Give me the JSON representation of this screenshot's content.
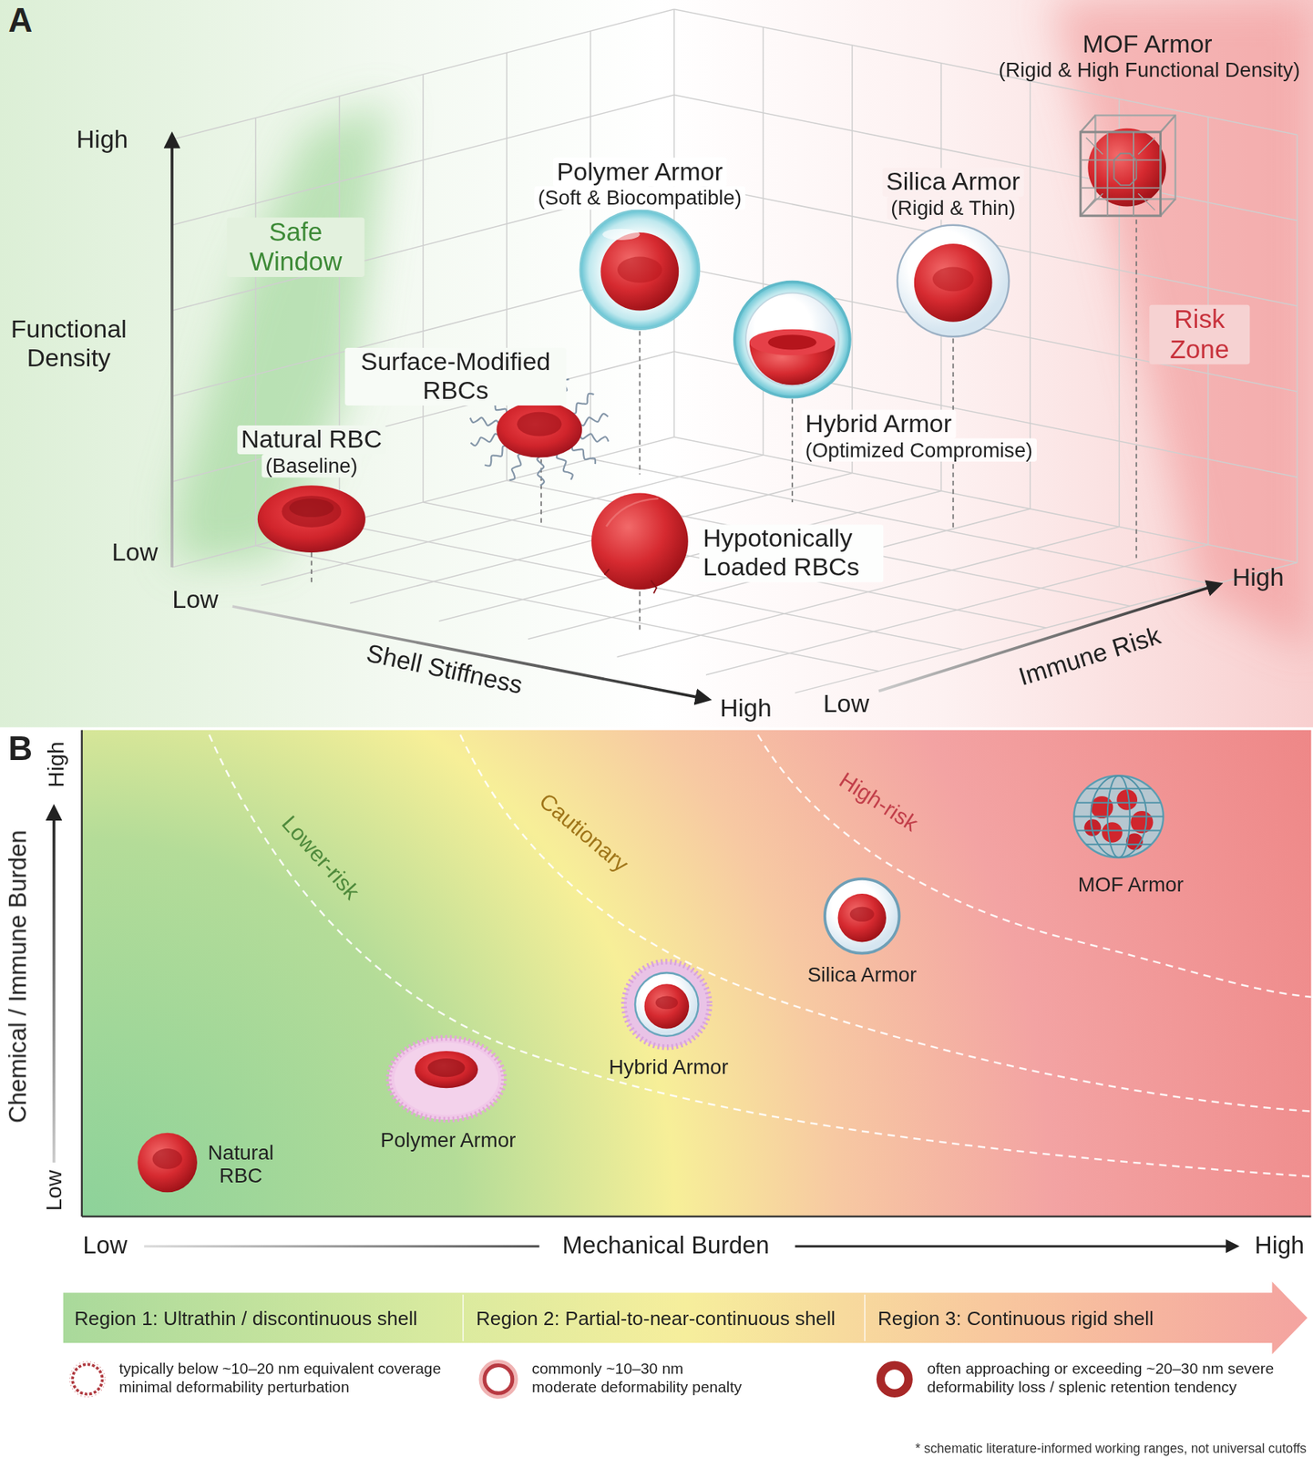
{
  "diagram": {
    "nodes": [
      {
        "text": [
          "Region 1: Ultrathin / discontinuous shell"
        ]
      },
      {
        "text": [
          "Region 2: Partial-to-near-continuous shell"
        ]
      },
      {
        "text": [
          "Region 3: Continuous rigid shell"
        ]
      }
    ],
    "labels": [
      "A",
      "High",
      "Functional Density",
      "Low",
      "Safe Window",
      "Natural RBC",
      "(Baseline)",
      "Surface-Modified RBCs",
      "Polymer Armor",
      "(Soft & Biocompatible)",
      "Hybrid Armor",
      "(Optimized Compromise)",
      "Hypotonically Loaded RBCs",
      "Silica Armor",
      "(Rigid & Thin)",
      "MOF Armor",
      "(Rigid & High Functional Density)",
      "Risk Zone",
      "Low",
      "Shell Stiffness",
      "High",
      "Low",
      "Immune Risk",
      "High",
      "B",
      "High",
      "Chemical / Immune Burden",
      "Low",
      "Lower-risk",
      "Cautionary",
      "High-risk",
      "MOF Armor",
      "Silica Armor",
      "Hybrid Armor",
      "Polymer Armor",
      "Natural RBC",
      "Low",
      "Mechanical Burden",
      "High",
      "* schematic literature-informed working ranges, not universal cutoffs"
    ],
    "legend": [
      {
        "text": "typically below ~10–20 nm equivalent coverage minimal deformability perturbation"
      },
      {
        "text": "commonly ~10–30 nm moderate deformability penalty"
      },
      {
        "text": "often approaching or exceeding ~20–30 nm severe deformability loss / splenic retention tendency"
      }
    ]
  }
}
